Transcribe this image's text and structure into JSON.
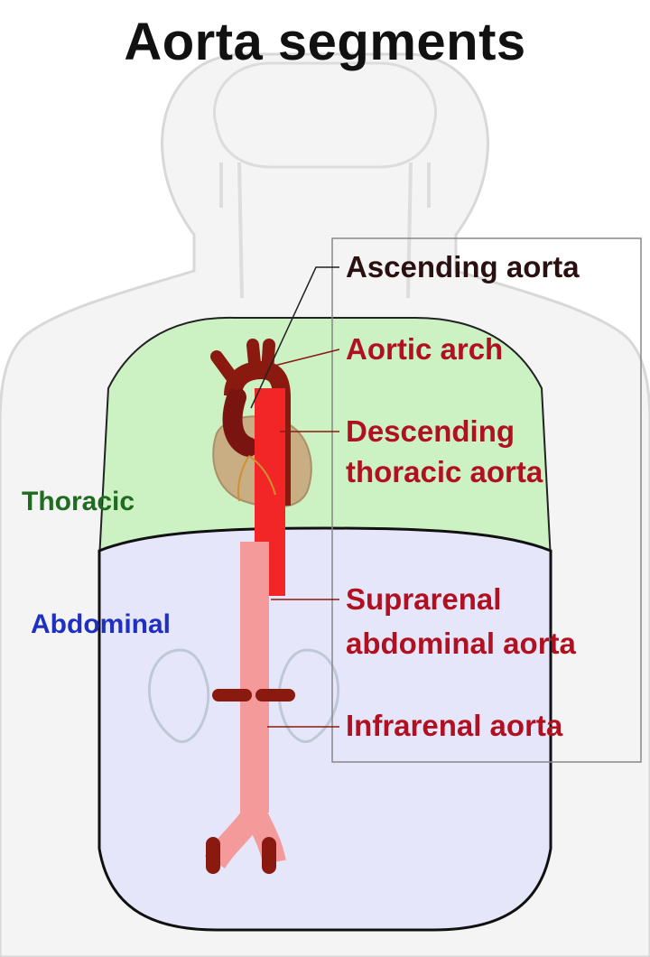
{
  "title": "Aorta segments",
  "regions": {
    "thoracic": "Thoracic",
    "abdominal": "Abdominal"
  },
  "segments": {
    "ascending": "Ascending aorta",
    "arch": "Aortic arch",
    "descending_1": "Descending",
    "descending_2": "thoracic aorta",
    "suprarenal_1": "Suprarenal",
    "suprarenal_2": "abdominal aorta",
    "infrarenal": "Infrarenal aorta"
  },
  "colors": {
    "title": "#111111",
    "ascending_label": "#2a1010",
    "segment_labels": "#b01020",
    "thoracic_label": "#1f6b1f",
    "abdominal_label": "#1f2fbf",
    "thoracic_fill": "#ccf2c4",
    "abdominal_fill": "#e6e6fa",
    "aorta": "#f22626",
    "aorta_lower": "#f59a9a",
    "branches": "#8a1a10",
    "heart": "#c9a37a",
    "body_outline": "#d8d8d8"
  }
}
